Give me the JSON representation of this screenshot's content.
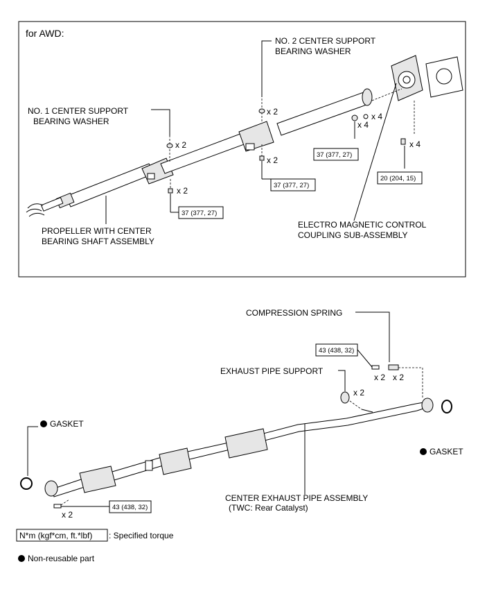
{
  "top_panel": {
    "heading": "for AWD:",
    "labels": {
      "no2_washer_l1": "NO. 2 CENTER SUPPORT",
      "no2_washer_l2": "BEARING WASHER",
      "no1_washer_l1": "NO. 1 CENTER SUPPORT",
      "no1_washer_l2": "BEARING WASHER",
      "propeller_l1": "PROPELLER WITH CENTER",
      "propeller_l2": "BEARING SHAFT ASSEMBLY",
      "coupling_l1": "ELECTRO MAGNETIC CONTROL",
      "coupling_l2": "COUPLING SUB-ASSEMBLY"
    },
    "quantities": {
      "no2_washer": "x 2",
      "rear_nut": "x 4",
      "rear_washer": "x 4",
      "coupling_bolt": "x 4",
      "no1_washer": "x 2",
      "mid_nut": "x 2",
      "front_nut": "x 2"
    },
    "torques": {
      "rear_flange": "37 (377, 27)",
      "coupling": "20 (204, 15)",
      "center_bearing": "37 (377, 27)",
      "front_bearing": "37 (377, 27)"
    }
  },
  "bottom_panel": {
    "labels": {
      "compression_spring": "COMPRESSION SPRING",
      "exhaust_support": "EXHAUST PIPE SUPPORT",
      "gasket_front": "GASKET",
      "gasket_rear": "GASKET",
      "center_pipe_l1": "CENTER EXHAUST PIPE ASSEMBLY",
      "center_pipe_l2": "(TWC: Rear Catalyst)"
    },
    "quantities": {
      "spring_bolt": "x 2",
      "spring": "x 2",
      "support": "x 2",
      "front_bolt": "x 2"
    },
    "torques": {
      "rear_joint": "43 (438, 32)",
      "front_joint": "43 (438, 32)"
    }
  },
  "legend": {
    "torque_unit": "N*m (kgf*cm, ft.*lbf)",
    "torque_text": ": Specified torque",
    "nonreusable_text": "Non-reusable part"
  }
}
